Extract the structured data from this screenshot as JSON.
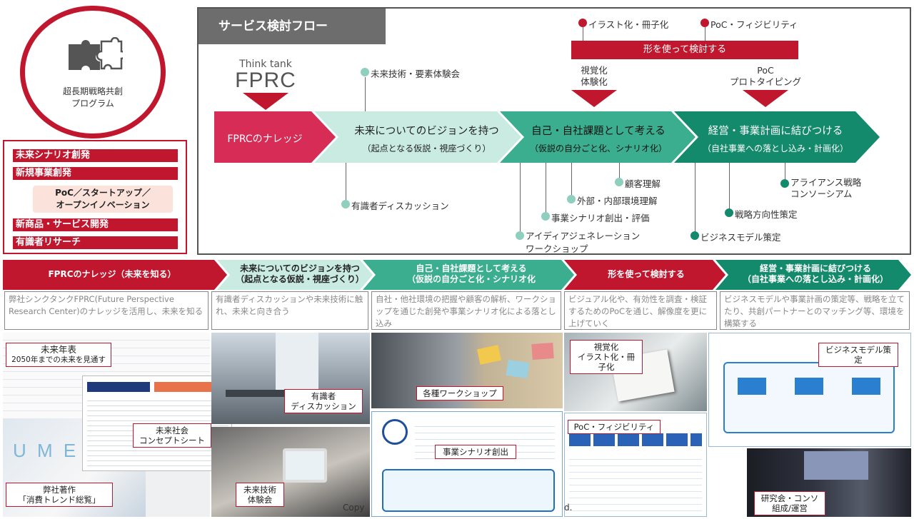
{
  "program": {
    "title_line1": "超長期戦略共創",
    "title_line2": "プログラム"
  },
  "left_list": {
    "item1": "未来シナリオ創発",
    "item2": "新規事業創発",
    "poc_line1": "PoC／スタートアップ／",
    "poc_line2": "オープンイノベーション",
    "item4": "新商品・サービス開発",
    "item5": "有識者リサーチ"
  },
  "flow": {
    "title": "サービス検討フロー",
    "think_tank": "Think tank",
    "fprc": "FPRC",
    "future_tech": "未来技術・要素体験会",
    "illust": "イラスト化・冊子化",
    "poc_feas": "PoC・フィジビリティ",
    "band": "形を使って検討する",
    "visual_1": "視覚化",
    "visual_2": "体験化",
    "poc_1": "PoC",
    "poc_2": "プロトタイピング",
    "seg1": "FPRCのナレッジ",
    "seg2_title": "未来についてのビジョンを持つ",
    "seg2_sub": "（起点となる仮説・視座づくり）",
    "seg3_title": "自己・自社課題として考える",
    "seg3_sub": "（仮説の自分ごと化、シナリオ化）",
    "seg4_title": "経営・事業計画に結びつける",
    "seg4_sub": "（自社事業への落とし込み・計画化）",
    "expert": "有識者ディスカッション",
    "customer": "顧客理解",
    "env": "外部・内部環境理解",
    "scenario": "事業シナリオ創出・評価",
    "idea_1": "アイディアジェネレーション",
    "idea_2": "ワークショップ",
    "bizmodel": "ビジネスモデル策定",
    "strategy": "戦略方向性策定",
    "alliance_1": "アライアンス戦略",
    "alliance_2": "コンソーシアム"
  },
  "phases": [
    {
      "title": "FPRCのナレッジ（未来を知る）",
      "sub": ""
    },
    {
      "title": "未来についてのビジョンを持つ",
      "sub": "（起点となる仮説・視座づくり）"
    },
    {
      "title": "自己・自社課題として考える",
      "sub": "（仮説の自分ごと化・シナリオ化"
    },
    {
      "title": "形を使って検討する",
      "sub": ""
    },
    {
      "title": "経営・事業計画に結びつける",
      "sub": "（自社事業への落とし込み・計画化）"
    }
  ],
  "descs": [
    "弊社シンクタンクFPRC(Future Perspective Research Center)のナレッジを活用し、未来を知る",
    "有識者ディスカッションや未来技術に触れ、未来と向き合う",
    "自社・他社環境の把握や顧客の解析、ワークショップを通じた創発や事業シナリオ化による落とし込み",
    "ビジュアル化や、有効性を調査・検証するためのPoCを通じ、解像度を更に上げていく",
    "ビジネスモデルや事業計画の策定等、戦略を立てたり、共創パートナーとのマッチング等、環境を構築する"
  ],
  "captions": {
    "nenpyo_1": "未来年表",
    "nenpyo_2": "2050年までの未来を見通す",
    "concept_1": "未来社会",
    "concept_2": "コンセプトシート",
    "book_1": "弊社著作",
    "book_2": "「消費トレンド総覧」",
    "expert_1": "有識者",
    "expert_2": "ディスカッション",
    "tech_1": "未来技術",
    "tech_2": "体験会",
    "workshop": "各種ワークショップ",
    "scenario": "事業シナリオ創出",
    "visual_1": "視覚化",
    "visual_2": "イラスト化・冊子化",
    "poc": "PoC・フィジビリティ",
    "bizmodel": "ビジネスモデル策定",
    "study_1": "研究会・コンソ",
    "study_2": "組成/運営",
    "copyright": "Copy",
    "copyright_tail": "d."
  },
  "colors": {
    "accent_red": "#c0172e",
    "teal_light": "#c9ebe2",
    "teal_mid": "#3aae8e",
    "teal_dark": "#138a6b",
    "gray_title": "#6d6d6d"
  }
}
